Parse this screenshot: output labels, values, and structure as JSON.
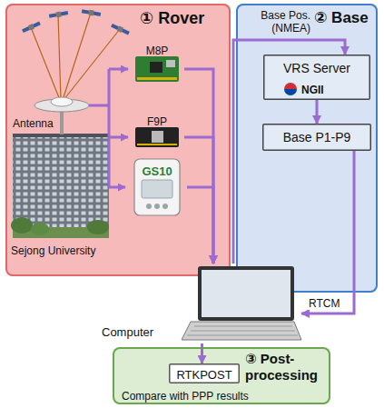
{
  "diagram": {
    "nodes": [
      {
        "text": [
          "① Rover"
        ]
      },
      {
        "text": [
          "M8P"
        ],
        "in": 0
      },
      {
        "text": [
          "F9P"
        ],
        "in": 0
      },
      {
        "text": [
          "GS10"
        ],
        "in": 0
      },
      {
        "text": [
          "② Base"
        ]
      },
      {
        "text": [
          "VRS Server",
          "NGII"
        ],
        "in": 4
      },
      {
        "text": [
          "Base P1-P9"
        ],
        "in": 4
      },
      {
        "text": [
          "Computer"
        ]
      },
      {
        "text": [
          "③ Post-processing",
          "Compare with PPP results"
        ]
      },
      {
        "text": [
          "RTKPOST"
        ],
        "in": 8
      }
    ],
    "edges": [
      {
        "from": 1,
        "to": 7,
        "arrow": "to"
      },
      {
        "from": 2,
        "to": 7,
        "arrow": "to"
      },
      {
        "from": 3,
        "to": 7,
        "arrow": "to"
      },
      {
        "from": 7,
        "to": 5,
        "label": "Base Pos. (NMEA)",
        "arrow": "to"
      },
      {
        "from": 5,
        "to": 6,
        "arrow": "to"
      },
      {
        "from": 6,
        "to": 7,
        "label": "RTCM",
        "arrow": "to"
      },
      {
        "from": 7,
        "to": 9,
        "arrow": "to"
      }
    ],
    "labels": [
      "Antenna",
      "Sejong University"
    ]
  }
}
